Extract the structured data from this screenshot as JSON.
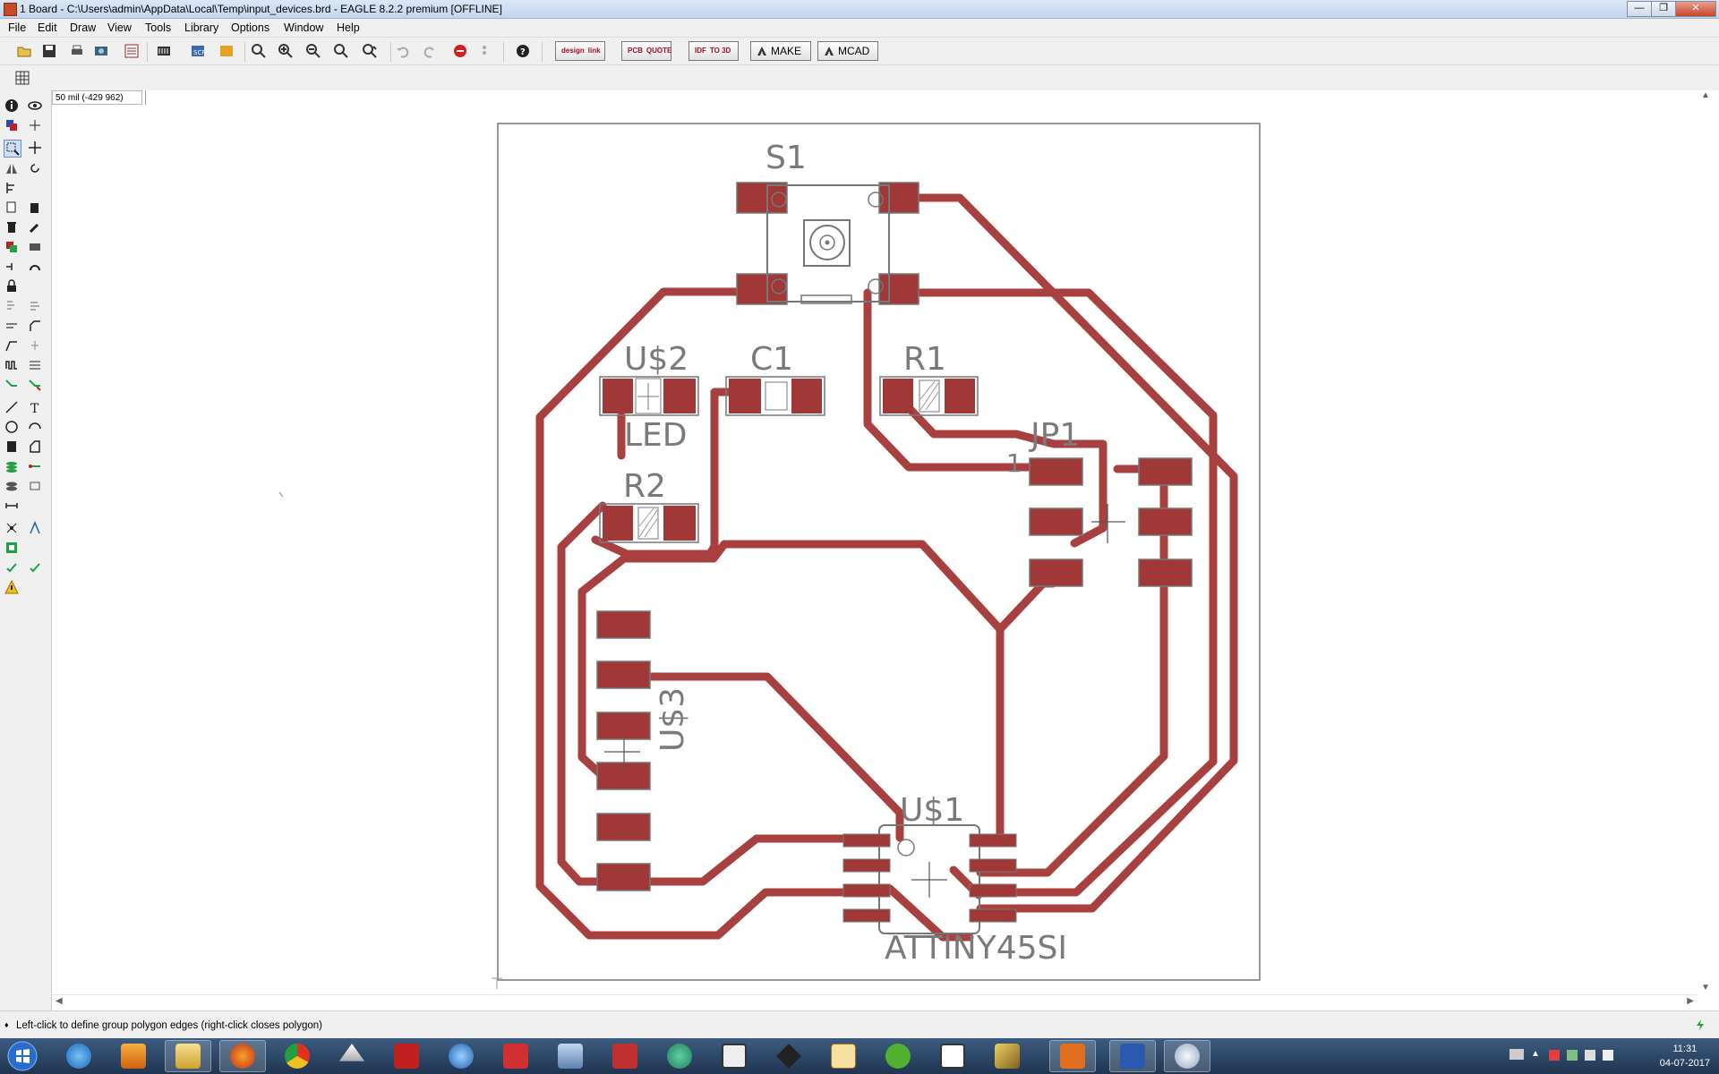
{
  "window": {
    "title": "1 Board - C:\\Users\\admin\\AppData\\Local\\Temp\\input_devices.brd - EAGLE 8.2.2 premium [OFFLINE]",
    "minimize": "—",
    "maximize": "❐",
    "close": "✕"
  },
  "menu": [
    "File",
    "Edit",
    "Draw",
    "View",
    "Tools",
    "Library",
    "Options",
    "Window",
    "Help"
  ],
  "toolbar": {
    "designlink_top": "design",
    "designlink_bottom": "link",
    "pcbquote_top": "PCB",
    "pcbquote_bottom": "QUOTE",
    "idf_top": "IDF",
    "idf_bottom": "TO 3D",
    "make_label": "MAKE",
    "mcad_label": "MCAD"
  },
  "coordinates": "50 mil (-429 962)",
  "board": {
    "labels": {
      "s1": "S1",
      "us2": "U$2",
      "c1": "C1",
      "r1": "R1",
      "led": "LED",
      "r2": "R2",
      "jp1": "JP1",
      "jp1_pin": "1",
      "us3": "U$3",
      "us1": "U$1",
      "attiny": "ATTINY45SI"
    },
    "trace_color": "#a84040",
    "pad_color": "#a03838",
    "outline_color": "#777777"
  },
  "status": {
    "hint": "Left-click to define group polygon edges (right-click closes polygon)"
  },
  "taskbar": {
    "apps": [
      "start",
      "internet-explorer",
      "media-player",
      "file-explorer",
      "firefox",
      "chrome",
      "inkscape",
      "acrobat",
      "settings",
      "network-manager",
      "pdf-tool",
      "flower-app",
      "paint-app",
      "shapes-app",
      "document-app",
      "vim-app",
      "presentation-app",
      "usb-tool",
      "eagle",
      "word",
      "paint"
    ],
    "clock_time": "11:31",
    "clock_date": "04-07-2017"
  }
}
